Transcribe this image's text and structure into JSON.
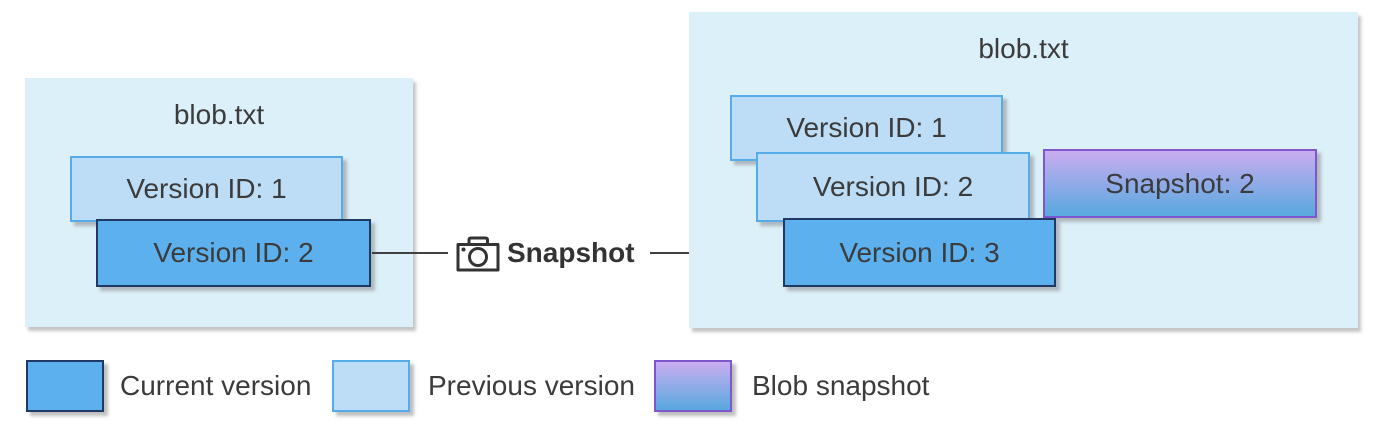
{
  "colors": {
    "container-fill": "#DCF0F9",
    "previous-fill": "#BDDDF6",
    "previous-border": "#56ABEB",
    "current-fill": "#5CB0ED",
    "current-border": "#1F3864",
    "snapshot-top": "#C9ADF0",
    "snapshot-bottom": "#58A8DF",
    "snapshot-border": "#7E57CC",
    "text": "#3B3B3B",
    "arrow": "#404040"
  },
  "left_blob": {
    "title": "blob.txt",
    "boxes": [
      {
        "label": "Version ID: 1",
        "type": "previous"
      },
      {
        "label": "Version ID: 2",
        "type": "current"
      }
    ]
  },
  "connector": {
    "label": "Snapshot",
    "icon": "camera-icon"
  },
  "right_blob": {
    "title": "blob.txt",
    "boxes": [
      {
        "label": "Version ID: 1",
        "type": "previous"
      },
      {
        "label": "Version ID: 2",
        "type": "previous"
      },
      {
        "label": "Snapshot: 2",
        "type": "snapshot"
      },
      {
        "label": "Version ID: 3",
        "type": "current"
      }
    ]
  },
  "legend": {
    "items": [
      {
        "label": "Current version",
        "type": "current"
      },
      {
        "label": "Previous version",
        "type": "previous"
      },
      {
        "label": "Blob snapshot",
        "type": "snapshot"
      }
    ]
  }
}
